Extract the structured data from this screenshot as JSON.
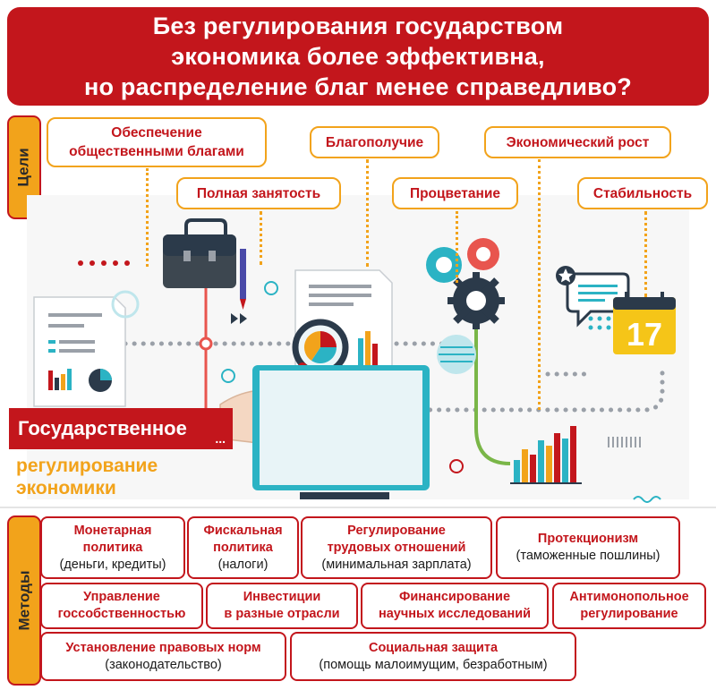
{
  "header": {
    "title_lines": [
      "Без регулирования государством",
      "экономика более эффективна,",
      "но распределение благ менее справедливо?"
    ]
  },
  "goals_label": "Цели",
  "methods_label": "Методы",
  "goals": [
    {
      "id": "public-goods",
      "lines": [
        "Обеспечение",
        "общественными благами"
      ]
    },
    {
      "id": "full-employment",
      "lines": [
        "Полная занятость"
      ]
    },
    {
      "id": "welfare",
      "lines": [
        "Благополучие"
      ]
    },
    {
      "id": "prosperity",
      "lines": [
        "Процветание"
      ]
    },
    {
      "id": "economic-growth",
      "lines": [
        "Экономический рост"
      ]
    },
    {
      "id": "stability",
      "lines": [
        "Стабильность"
      ]
    }
  ],
  "calendar_day": "17",
  "state": {
    "title": "Государственное",
    "dots": "...",
    "subtitle_lines": [
      "регулирование",
      "экономики"
    ]
  },
  "methods": [
    {
      "id": "monetary",
      "title": [
        "Монетарная",
        "политика"
      ],
      "sub": "(деньги, кредиты)"
    },
    {
      "id": "fiscal",
      "title": [
        "Фискальная",
        "политика"
      ],
      "sub": "(налоги)"
    },
    {
      "id": "labor",
      "title": [
        "Регулирование",
        "трудовых отношений"
      ],
      "sub": "(минимальная зарплата)"
    },
    {
      "id": "protectionism",
      "title": [
        "Протекционизм"
      ],
      "sub": "(таможенные пошлины)"
    },
    {
      "id": "state-property",
      "title": [
        "Управление",
        "госсобственностью"
      ],
      "sub": ""
    },
    {
      "id": "investments",
      "title": [
        "Инвестиции",
        "в разные отрасли"
      ],
      "sub": ""
    },
    {
      "id": "research",
      "title": [
        "Финансирование",
        "научных исследований"
      ],
      "sub": ""
    },
    {
      "id": "antimonopoly",
      "title": [
        "Антимонопольное",
        "регулирование"
      ],
      "sub": ""
    },
    {
      "id": "legal-norms",
      "title": [
        "Установление правовых норм"
      ],
      "sub": "(законодательство)"
    },
    {
      "id": "social",
      "title": [
        "Социальная защита"
      ],
      "sub": "(помощь малоимущим, безработным)"
    }
  ],
  "colors": {
    "accent": "#c3161c",
    "orange": "#f2a31b",
    "dark": "#2b3a4a",
    "teal": "#2bb3c4"
  }
}
